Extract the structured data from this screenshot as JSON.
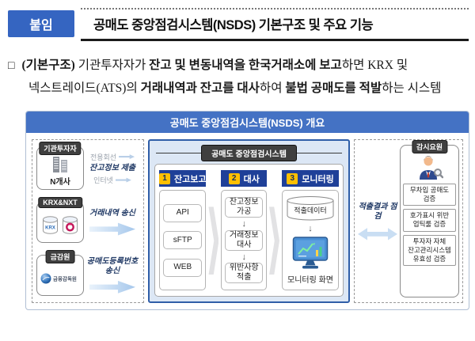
{
  "header": {
    "badge": "붙임",
    "title": "공매도 중앙점검시스템(NSDS) 기본구조 및 주요 기능"
  },
  "paragraph": {
    "marker": "□",
    "segments": [
      {
        "text": "(기본구조) ",
        "bold": true
      },
      {
        "text": "기관투자자가 ",
        "bold": false
      },
      {
        "text": "잔고 및 변동내역을 한국거래소에 보고",
        "bold": true
      },
      {
        "text": "하면 KRX 및 넥스트레이드(ATS)의 ",
        "bold": false
      },
      {
        "text": "거래내역과 잔고를 대사",
        "bold": true
      },
      {
        "text": "하여 ",
        "bold": false
      },
      {
        "text": "불법 공매도를 적발",
        "bold": true
      },
      {
        "text": "하는 시스템",
        "bold": false
      }
    ]
  },
  "diagram": {
    "title": "공매도 중앙점검시스템(NSDS) 개요",
    "left": {
      "investors": {
        "badge": "기관투자자",
        "caption": "N개사",
        "line_top": "전용회선",
        "flow_label": "잔고정보 제출",
        "line_bottom": "인터넷"
      },
      "exchanges": {
        "badge": "KRX&NXT",
        "logo_krx": "KRX",
        "flow_label": "거래내역 송신"
      },
      "regulator": {
        "badge": "금감원",
        "logo_text": "금융감독원",
        "flow_label": "공매도등록번호 송신"
      }
    },
    "center": {
      "badge": "공매도 중앙점검시스템",
      "columns": [
        {
          "num": "1",
          "title": "잔고보고",
          "items": [
            "API",
            "sFTP",
            "WEB"
          ]
        },
        {
          "num": "2",
          "title": "대사",
          "items": [
            "잔고정보 가공",
            "거래정보 대사",
            "위반사항 적출"
          ]
        },
        {
          "num": "3",
          "title": "모니터링",
          "database": "적출데이터",
          "caption": "모니터링 화면"
        }
      ]
    },
    "right": {
      "flow_label": "적출결과 점검",
      "badge": "감시요원",
      "items": [
        "무차입 공매도 검증",
        "호가표시 위반 업틱룰 검증",
        "투자자 자체 잔고관리시스템 유효성 검증"
      ]
    },
    "icons": {
      "down_arrow": "↓"
    },
    "colors": {
      "header_bar": "#4472C4",
      "badge_blue": "#3565C1",
      "column_header_navy": "#1F4098",
      "number_badge_yellow": "#FFC000",
      "dark_badge": "#3F3F3F",
      "flow_label_navy": "#1F3864",
      "center_panel_bg": "#DCE7F5"
    }
  }
}
